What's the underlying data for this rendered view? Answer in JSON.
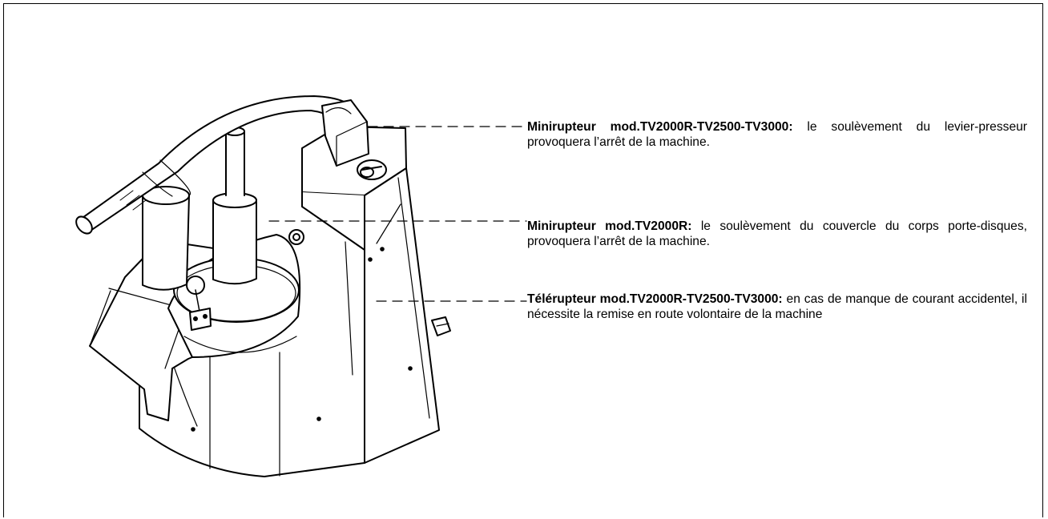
{
  "callouts": [
    {
      "title": "Minirupteur mod.TV2000R-TV2500-TV3000:",
      "text": "le soulèvement du levier-presseur provoquera l’arrêt de la machine."
    },
    {
      "title": "Minirupteur mod.TV2000R:",
      "text": "le soulèvement du couvercle du corps porte-disques, provoquera l’arrêt de la machine."
    },
    {
      "title": "Télérupteur mod.TV2000R-TV2500-TV3000:",
      "text": "en cas de manque de courant accidentel, il nécessite la remise en route volontaire de la machine"
    }
  ]
}
